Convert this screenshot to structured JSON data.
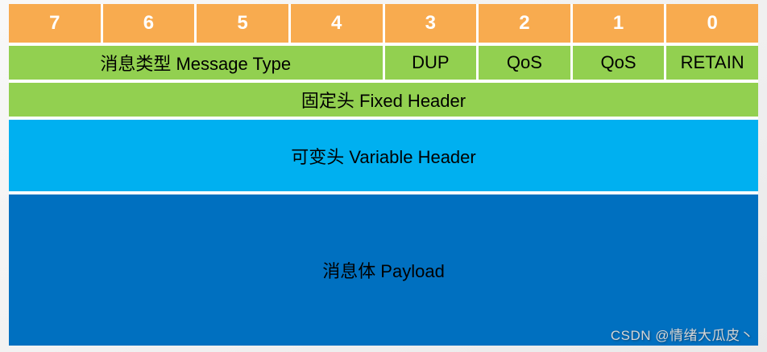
{
  "colors": {
    "bit_row_bg": "#F8AB4F",
    "flag_row_bg": "#92D050",
    "fixed_header_bg": "#92D050",
    "variable_header_bg": "#00B0F0",
    "payload_bg": "#0070C0",
    "grid_gap_bg": "#FFFFFF",
    "bit_text": "#FFFFFF",
    "label_text": "#000000",
    "watermark_text": "#D4D4D4"
  },
  "diagram": {
    "bits": [
      "7",
      "6",
      "5",
      "4",
      "3",
      "2",
      "1",
      "0"
    ],
    "flag_row": {
      "message_type": "消息类型 Message Type",
      "dup": "DUP",
      "qos_bit2": "QoS",
      "qos_bit1": "QoS",
      "retain": "RETAIN"
    },
    "rows": {
      "fixed_header": "固定头 Fixed Header",
      "variable_header": "可变头 Variable Header",
      "payload": "消息体 Payload"
    }
  },
  "watermark": {
    "text": "CSDN @情绪大瓜皮丶"
  }
}
